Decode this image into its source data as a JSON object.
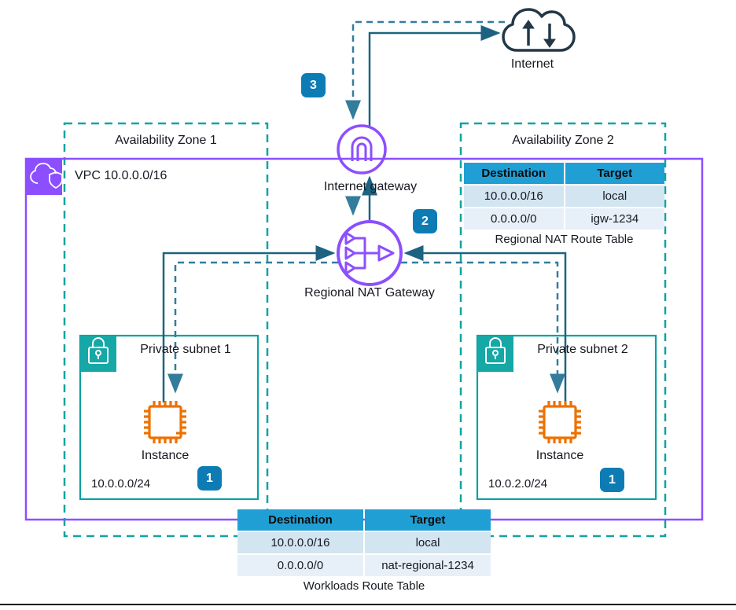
{
  "internet": {
    "label": "Internet"
  },
  "internet_gateway": {
    "label": "Internet gateway"
  },
  "nat_gateway": {
    "label": "Regional NAT Gateway"
  },
  "vpc": {
    "label": "VPC 10.0.0.0/16"
  },
  "availability_zones": [
    {
      "label": "Availability Zone 1"
    },
    {
      "label": "Availability Zone 2"
    }
  ],
  "subnets": [
    {
      "label": "Private subnet 1",
      "cidr": "10.0.0.0/24",
      "instance": "Instance",
      "badge": "1"
    },
    {
      "label": "Private subnet 2",
      "cidr": "10.0.2.0/24",
      "instance": "Instance",
      "badge": "1"
    }
  ],
  "steps": {
    "two": "2",
    "three": "3"
  },
  "route_tables": [
    {
      "caption": "Regional NAT Route Table",
      "headers": [
        "Destination",
        "Target"
      ],
      "rows": [
        [
          "10.0.0.0/16",
          "local"
        ],
        [
          "0.0.0.0/0",
          "igw-1234"
        ]
      ]
    },
    {
      "caption": "Workloads Route Table",
      "headers": [
        "Destination",
        "Target"
      ],
      "rows": [
        [
          "10.0.0.0/16",
          "local"
        ],
        [
          "0.0.0.0/0",
          "nat-regional-1234"
        ]
      ]
    }
  ],
  "icons": {
    "internet": "cloud-with-up-down-arrows-icon",
    "internet_gateway": "purple-circle-arch-icon",
    "nat_gateway": "purple-circle-nat-fanin-arrow-icon",
    "vpc": "purple-square-cloud-shield-icon",
    "subnet": "teal-square-padlock-icon",
    "instance": "orange-chip-icon"
  },
  "colors": {
    "vpc_purple": "#8c4fff",
    "subnet_teal": "#0da0a0",
    "az_dashed_teal": "#11a3a3",
    "instance_orange": "#ed7100",
    "badge_blue": "#0d7cb5",
    "table_header_blue": "#209fd5",
    "table_row_blue": "#d3e5f1",
    "table_row_alt_blue": "#e7f0f8",
    "flow_solid": "#1d6381",
    "flow_dashed": "#337c9c",
    "internet_navy": "#223848"
  }
}
